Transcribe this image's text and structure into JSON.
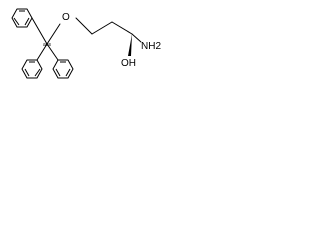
{
  "molecule": {
    "atoms": {
      "oxygen_ether": "O",
      "hydroxyl": "OH",
      "amine": "NH2",
      "stereo_center_label": "abs"
    },
    "colors": {
      "bond": "#000000",
      "background": "#ffffff"
    }
  }
}
